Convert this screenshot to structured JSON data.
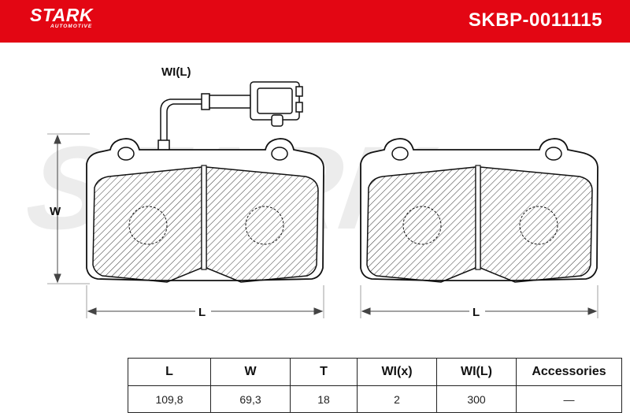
{
  "header": {
    "brand": "STARK",
    "brand_sub": "AUTOMOTIVE",
    "part_number": "SKBP-0011115",
    "color": "#e30613"
  },
  "drawing": {
    "labels": {
      "wear_indicator": "WI(L)",
      "width": "W",
      "length_left": "L",
      "length_right": "L"
    },
    "watermark": "STARK"
  },
  "specs": {
    "headers": [
      "L",
      "W",
      "T",
      "WI(x)",
      "WI(L)",
      "Accessories"
    ],
    "values": [
      "109,8",
      "69,3",
      "18",
      "2",
      "300",
      "—"
    ]
  }
}
